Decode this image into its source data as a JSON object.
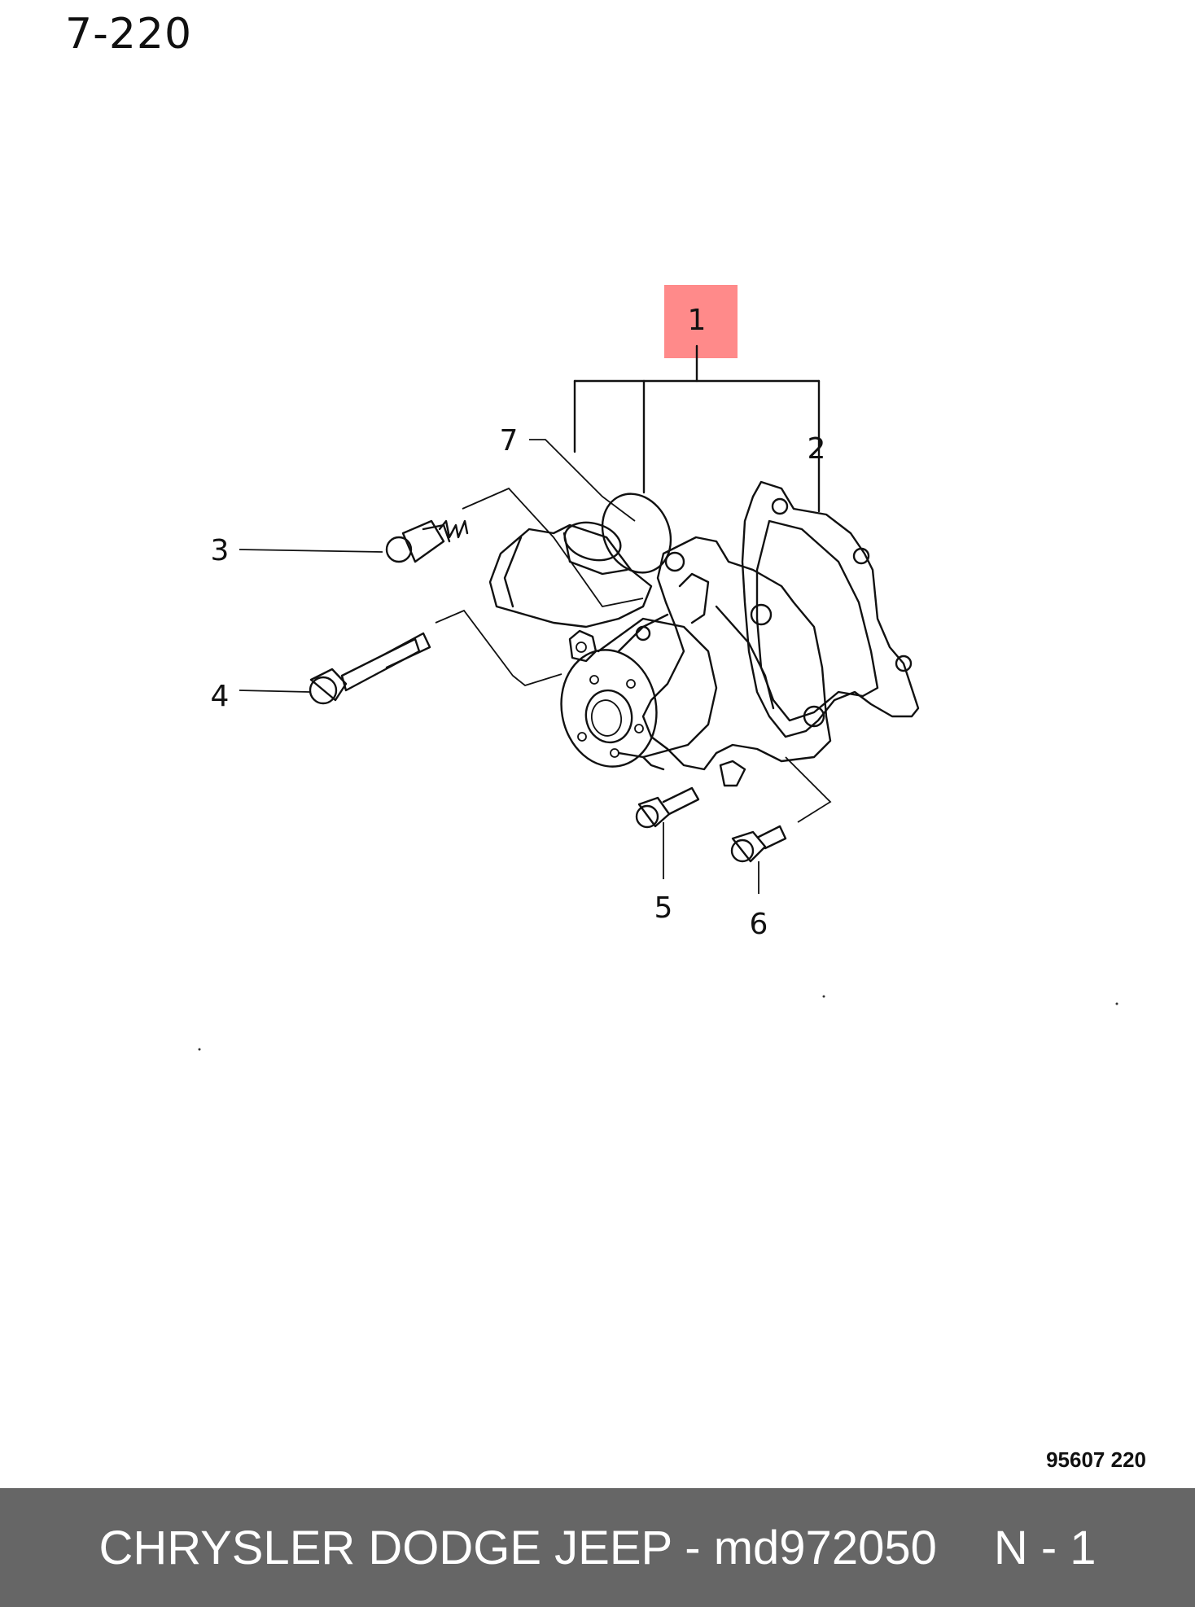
{
  "page_ref": "7-220",
  "drawing_code": "95607  220",
  "callouts": {
    "c1": "1",
    "c2": "2",
    "c3": "3",
    "c4": "4",
    "c5": "5",
    "c6": "6",
    "c7": "7"
  },
  "footer": {
    "brand_part": "CHRYSLER DODGE JEEP - md972050",
    "position": "N - 1"
  },
  "colors": {
    "highlight": "#ff8a8a",
    "footer_background": "#666666",
    "footer_text": "#ffffff"
  }
}
